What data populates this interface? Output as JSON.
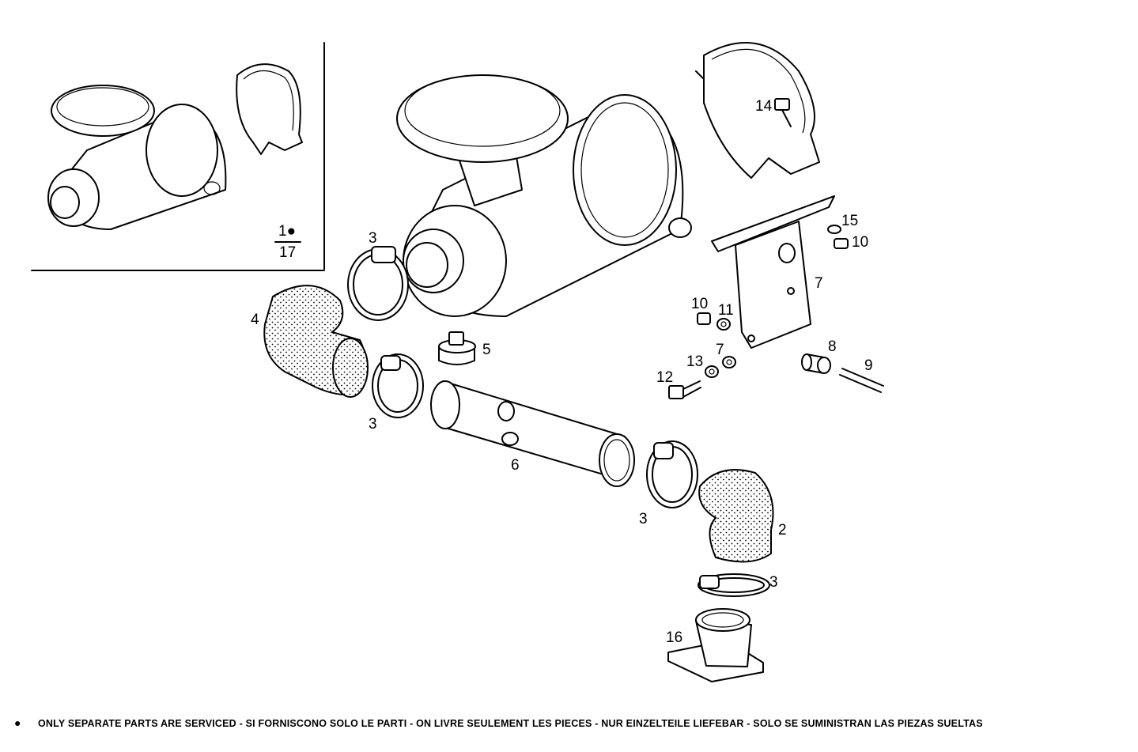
{
  "inset": {
    "item_label": "1●",
    "item_denominator": "17"
  },
  "callouts": {
    "c2": "2",
    "c3a": "3",
    "c3b": "3",
    "c3c": "3",
    "c3d": "3",
    "c4": "4",
    "c5": "5",
    "c6": "6",
    "c7a": "7",
    "c7b": "7",
    "c8": "8",
    "c9": "9",
    "c10a": "10",
    "c10b": "10",
    "c11": "11",
    "c12": "12",
    "c13": "13",
    "c14": "14",
    "c15": "15",
    "c16": "16"
  },
  "footer": {
    "bullet": "●",
    "text": "ONLY SEPARATE PARTS ARE SERVICED - SI FORNISCONO SOLO LE PARTI - ON LIVRE SEULEMENT LES PIECES - NUR EINZELTEILE LIEFEBAR - SOLO SE SUMINISTRAN LAS PIEZAS SUELTAS"
  }
}
